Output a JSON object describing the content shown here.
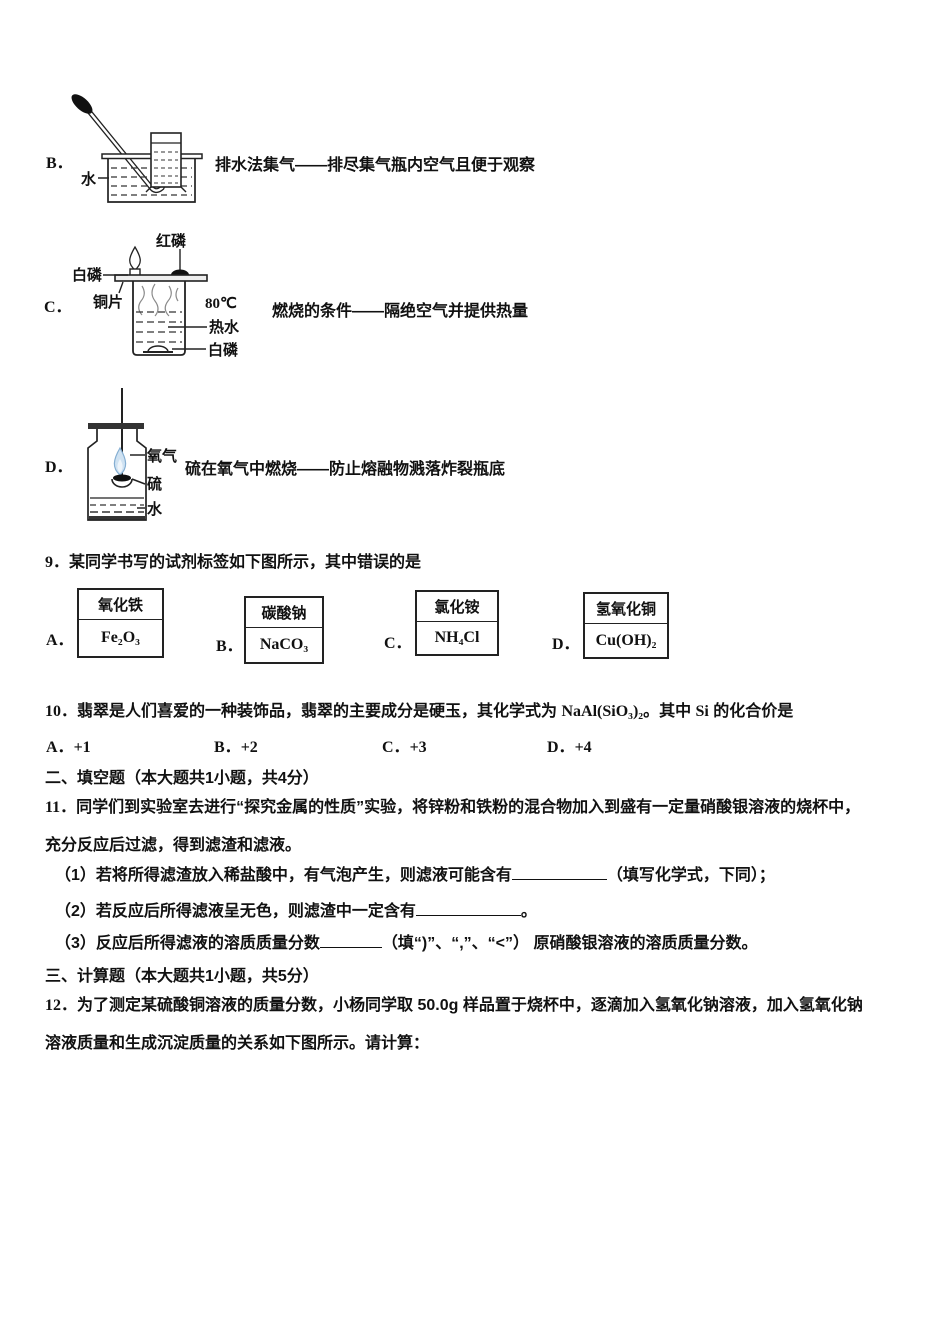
{
  "document": {
    "option_b": {
      "letter": "B．",
      "water_label": "水",
      "description": "排水法集气——排尽集气瓶内空气且便于观察"
    },
    "option_c": {
      "letter": "C．",
      "labels": {
        "red_phosphorus": "红磷",
        "white_phosphorus_top": "白磷",
        "copper_sheet": "铜片",
        "temperature": "80℃",
        "hot_water": "热水",
        "white_phosphorus_bottom": "白磷"
      },
      "description": "燃烧的条件——隔绝空气并提供热量"
    },
    "option_d": {
      "letter": "D．",
      "labels": {
        "oxygen": "氧气",
        "sulfur": "硫",
        "water": "水"
      },
      "description": "硫在氧气中燃烧——防止熔融物溅落炸裂瓶底"
    },
    "question9": {
      "number": "9．",
      "text": "某同学书写的试剂标签如下图所示，其中错误的是",
      "options": {
        "a": {
          "letter": "A．",
          "name": "氧化铁",
          "formula": "Fe₂O₃"
        },
        "b": {
          "letter": "B．",
          "name": "碳酸钠",
          "formula": "NaCO₃"
        },
        "c": {
          "letter": "C．",
          "name": "氯化铵",
          "formula": "NH₄Cl"
        },
        "d": {
          "letter": "D．",
          "name": "氢氧化铜",
          "formula": "Cu(OH)₂"
        }
      }
    },
    "question10": {
      "number": "10．",
      "text_part1": "翡翠是人们喜爱的一种装饰品，翡翠的主要成分是硬玉，其化学式为 ",
      "formula": "NaAl(SiO₃)₂",
      "text_part2": "。其中 ",
      "element": "Si",
      "text_part3": " 的化合价是",
      "options": {
        "a": {
          "letter": "A．",
          "value": "+1"
        },
        "b": {
          "letter": "B．",
          "value": "+2"
        },
        "c": {
          "letter": "C．",
          "value": "+3"
        },
        "d": {
          "letter": "D．",
          "value": "+4"
        }
      }
    },
    "section2": {
      "heading": "二、填空题（本大题共1小题，共4分）"
    },
    "question11": {
      "number": "11．",
      "line1": "同学们到实验室去进行“探究金属的性质”实验，将锌粉和铁粉的混合物加入到盛有一定量硝酸银溶液的烧杯中，",
      "line2": "充分反应后过滤，得到滤渣和滤液。",
      "sub1": {
        "pre": "（1）若将所得滤渣放入稀盐酸中，有气泡产生，则滤液可能含有",
        "post": "（填写化学式，下同）；"
      },
      "sub2": {
        "pre": "（2）若反应后所得滤液呈无色，则滤渣中一定含有",
        "post": "。"
      },
      "sub3": {
        "pre": "（3）反应后所得滤液的溶质质量分数",
        "post": "（填“)”、“,”、“<”） 原硝酸银溶液的溶质质量分数。"
      }
    },
    "section3": {
      "heading": "三、计算题（本大题共1小题，共5分）"
    },
    "question12": {
      "number": "12．",
      "line1": "为了测定某硫酸铜溶液的质量分数，小杨同学取 50.0g 样品置于烧杯中，逐滴加入氢氧化钠溶液，加入氢氧化钠",
      "line2": "溶液质量和生成沉淀质量的关系如下图所示。请计算："
    }
  }
}
